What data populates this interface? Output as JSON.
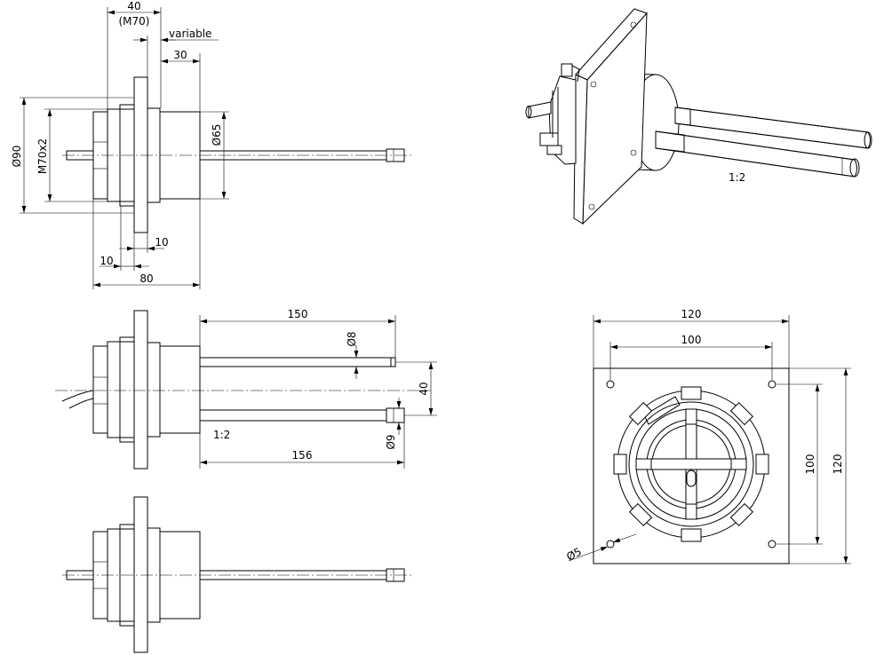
{
  "drawing": {
    "top_view_dims": {
      "d40": "40",
      "m70_paren": "(M70)",
      "variable": "variable",
      "d30": "30",
      "phi90": "Ø90",
      "m70x2": "M70x2",
      "phi65": "Ø65",
      "d10a": "10",
      "d10b": "10",
      "d80": "80"
    },
    "iso_view": {
      "scale": "1:2"
    },
    "side_view_dims": {
      "d150": "150",
      "phi8": "Ø8",
      "d40": "40",
      "scale": "1:2",
      "phi9": "Ø9",
      "d156": "156"
    },
    "front_view_dims": {
      "d120_top": "120",
      "d100_top": "100",
      "d100_side": "100",
      "d120_side": "120",
      "phi5": "Ø5"
    }
  }
}
